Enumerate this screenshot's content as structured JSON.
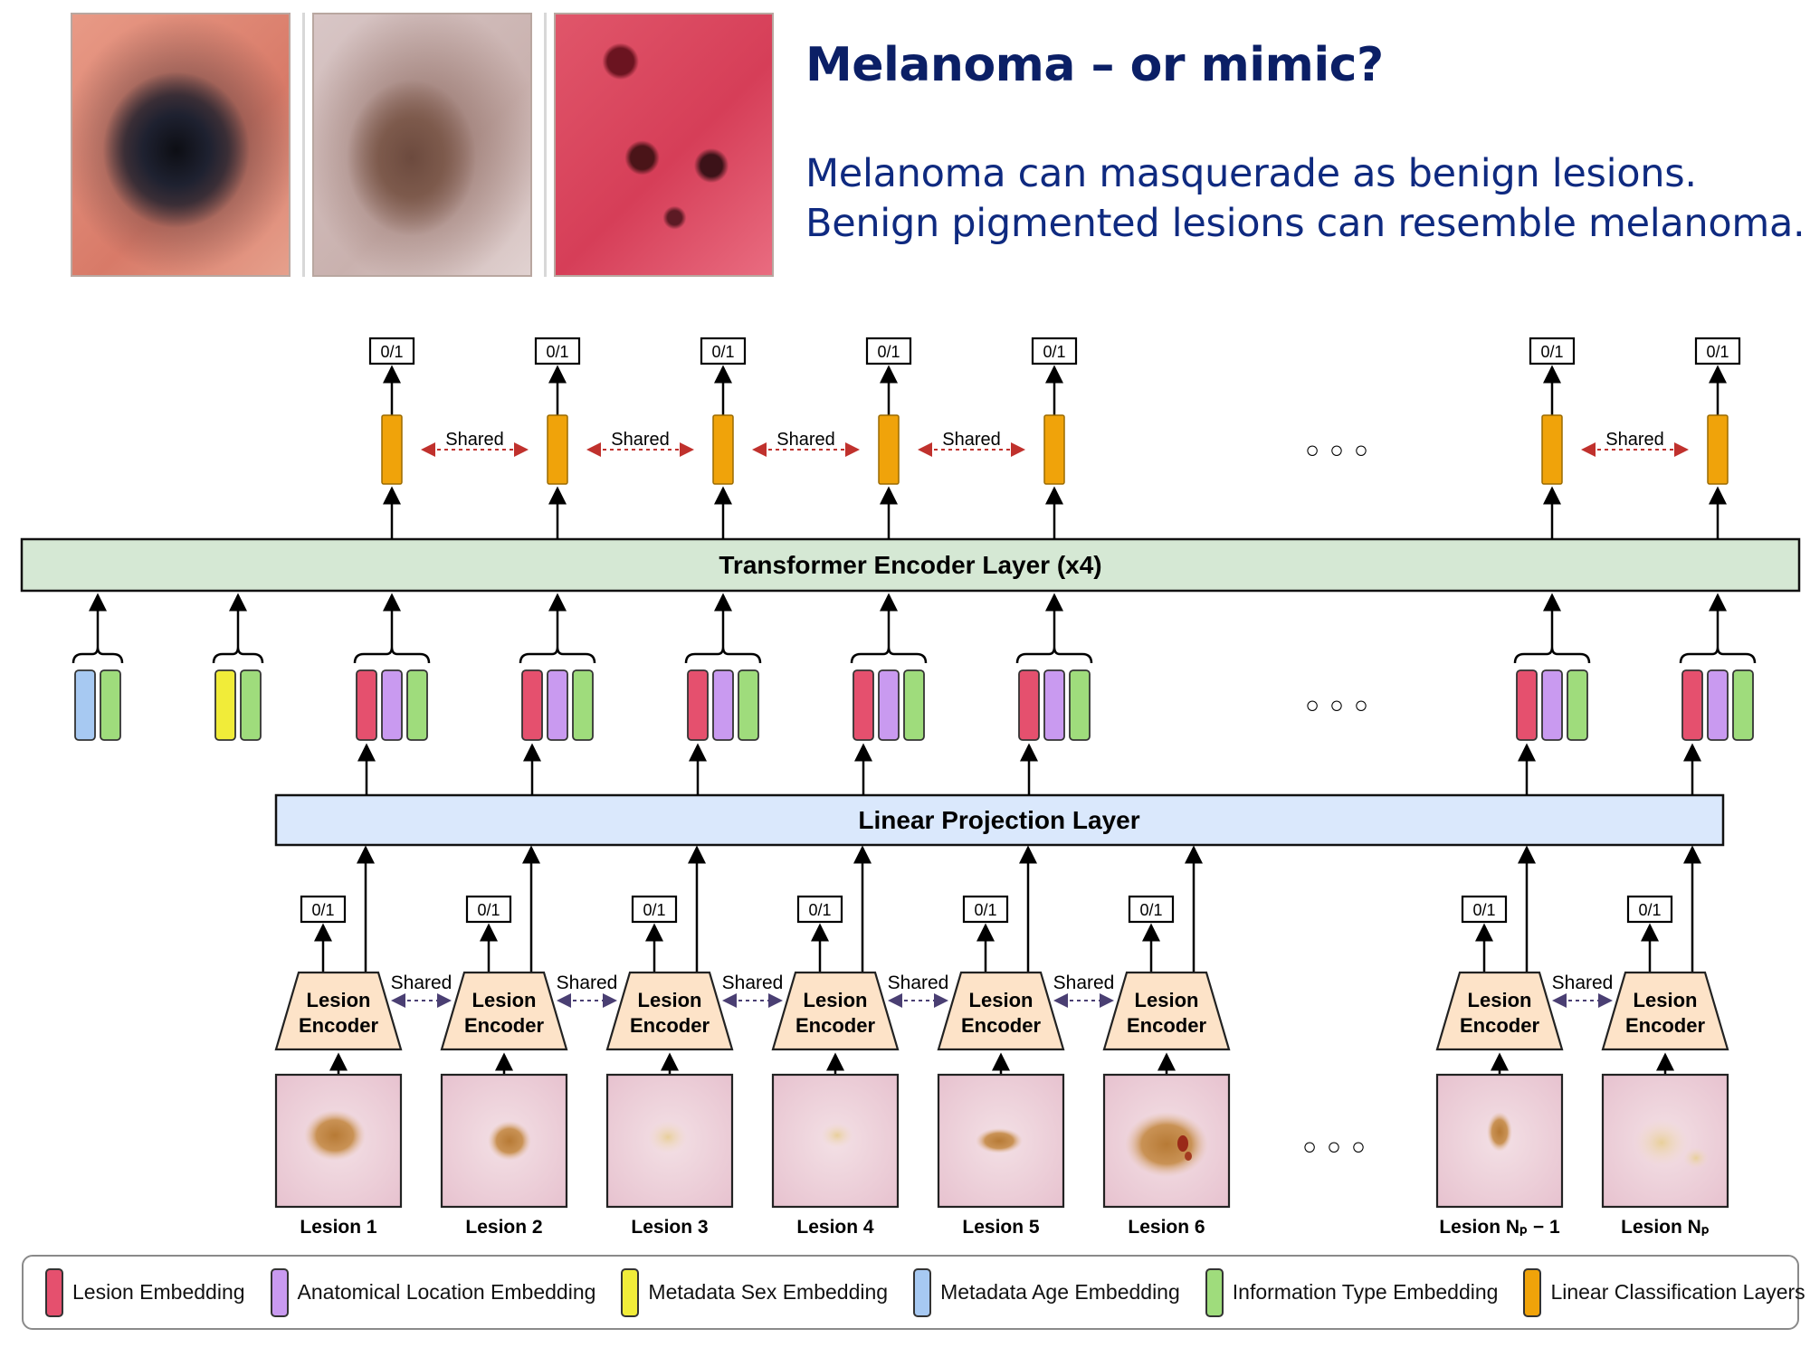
{
  "headline": "Melanoma – or mimic?",
  "subtext": [
    "Melanoma can masquerade as benign lesions.",
    "Benign pigmented lesions can resemble melanoma."
  ],
  "transformer_label": "Transformer Encoder Layer (x4)",
  "projection_label": "Linear Projection Layer",
  "output_label": "0/1",
  "shared_label": "Shared",
  "encoder_label": [
    "Lesion",
    "Encoder"
  ],
  "ellipsis": "○ ○ ○",
  "lesions": [
    {
      "label": "Lesion 1"
    },
    {
      "label": "Lesion 2"
    },
    {
      "label": "Lesion 3"
    },
    {
      "label": "Lesion 4"
    },
    {
      "label": "Lesion 5"
    },
    {
      "label": "Lesion 6"
    },
    {
      "label": "Lesion Nₚ − 1"
    },
    {
      "label": "Lesion Nₚ"
    }
  ],
  "legend": [
    {
      "label": "Lesion Embedding",
      "color": "#e5506e"
    },
    {
      "label": "Anatomical Location Embedding",
      "color": "#c99af0"
    },
    {
      "label": "Metadata Sex Embedding",
      "color": "#f1ec39"
    },
    {
      "label": "Metadata Age Embedding",
      "color": "#a7c9f2"
    },
    {
      "label": "Information Type Embedding",
      "color": "#9fdc7c"
    },
    {
      "label": "Linear Classification Layers",
      "color": "#f0a30a"
    }
  ],
  "colors": {
    "transformer_fill": "#d5e8d4",
    "projection_fill": "#dae8fc",
    "encoder_fill": "#fde3c8",
    "shared_top": "#c0312d",
    "shared_bottom": "#4a3f73",
    "headline": "#0b1f66"
  }
}
